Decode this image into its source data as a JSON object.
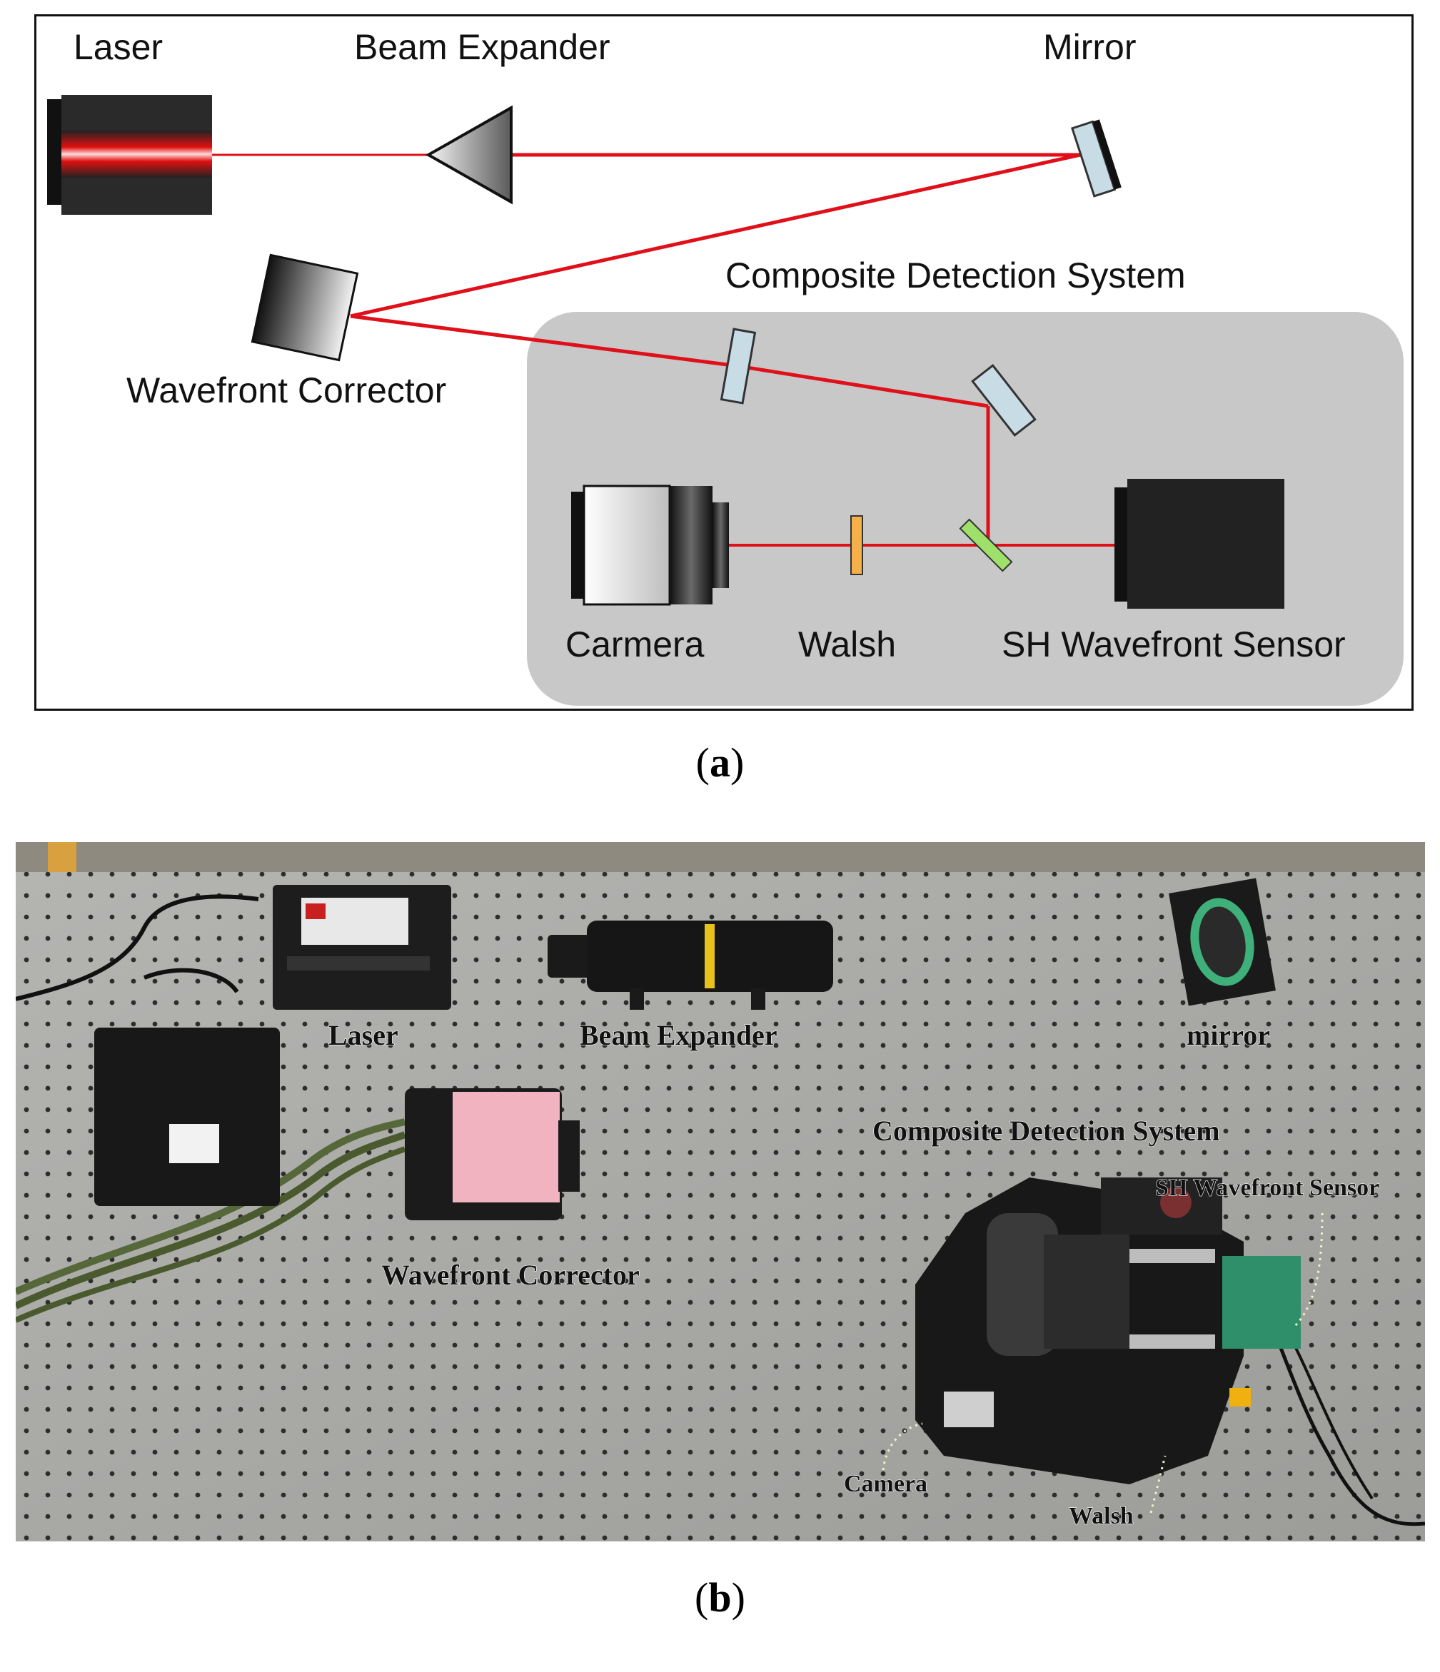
{
  "panel_a": {
    "labels": {
      "laser": "Laser",
      "beam_expander": "Beam Expander",
      "mirror": "Mirror",
      "composite": "Composite Detection System",
      "wavefront_corrector": "Wavefront Corrector",
      "camera": "Carmera",
      "walsh": "Walsh",
      "sh_sensor": "SH Wavefront Sensor"
    },
    "caption_letter": "a"
  },
  "panel_b": {
    "labels": {
      "laser": "Laser",
      "beam_expander": "Beam Expander",
      "mirror": "mirror",
      "composite": "Composite Detection System",
      "sh_sensor": "SH Wavefront Sensor",
      "wavefront_corrector": "Wavefront Corrector",
      "camera": "Camera",
      "walsh": "Walsh"
    },
    "caption_letter": "b"
  },
  "colors": {
    "beam": "#e0101a",
    "composite_bg": "#c8c8c8",
    "optical_table": "#a9a9a6",
    "laser_glow": "#e01010"
  }
}
